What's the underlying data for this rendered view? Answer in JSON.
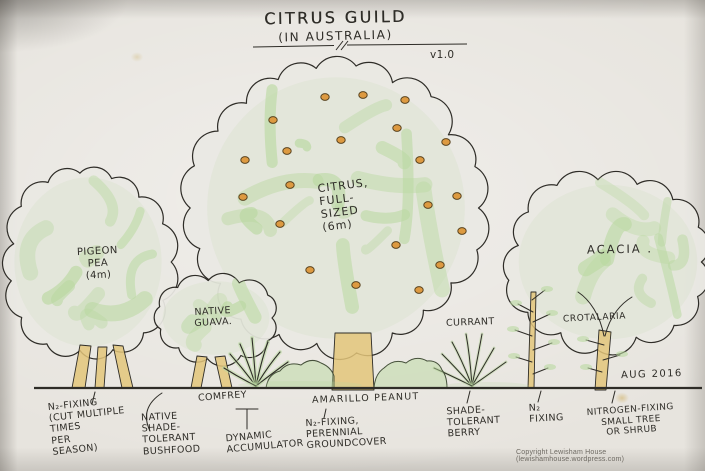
{
  "title": {
    "line1": "CITRUS GUILD",
    "line2": "(IN AUSTRALIA)",
    "version": "v1.0"
  },
  "date_note": "AUG 2016",
  "copyright": "Copyright Lewisham House (lewishamhouse.wordpress.com)",
  "plants": {
    "pigeon_pea": {
      "label": "PIGEON\nPEA\n(4m)"
    },
    "native_guava": {
      "label": "NATIVE\nGUAVA."
    },
    "citrus": {
      "label": "CITRUS,\nFULL-\nSIZED\n(6m)"
    },
    "currant": {
      "label": "CURRANT"
    },
    "crotalaria": {
      "label": "CROTALARIA"
    },
    "acacia": {
      "label": "ACACIA ."
    }
  },
  "annotations": {
    "pigeon_role": "N₂-FIXING\n(CUT MULTIPLE\nTIMES\nPER\nSEASON)",
    "guava_role": "NATIVE\nSHADE-\nTOLERANT\nBUSHFOOD",
    "comfrey": "COMFREY",
    "comfrey_role": "DYNAMIC\nACCUMULATOR",
    "groundcover": "AMARILLO PEANUT",
    "groundcover_role": "N₂-FIXING,\nPERENNIAL\nGROUNDCOVER",
    "currant_role": "SHADE-\nTOLERANT\nBERRY",
    "crotalaria_role": "N₂\nFIXING",
    "acacia_role": "NITROGEN-FIXING\nSMALL TREE\nOR SHRUB"
  },
  "colors": {
    "ink": "#2e2c27",
    "canopy_green": "#b9d8a0",
    "trunk_yellow": "#e3c67a",
    "fruit_orange": "#dd9a41",
    "paper": "#eae8e3"
  }
}
